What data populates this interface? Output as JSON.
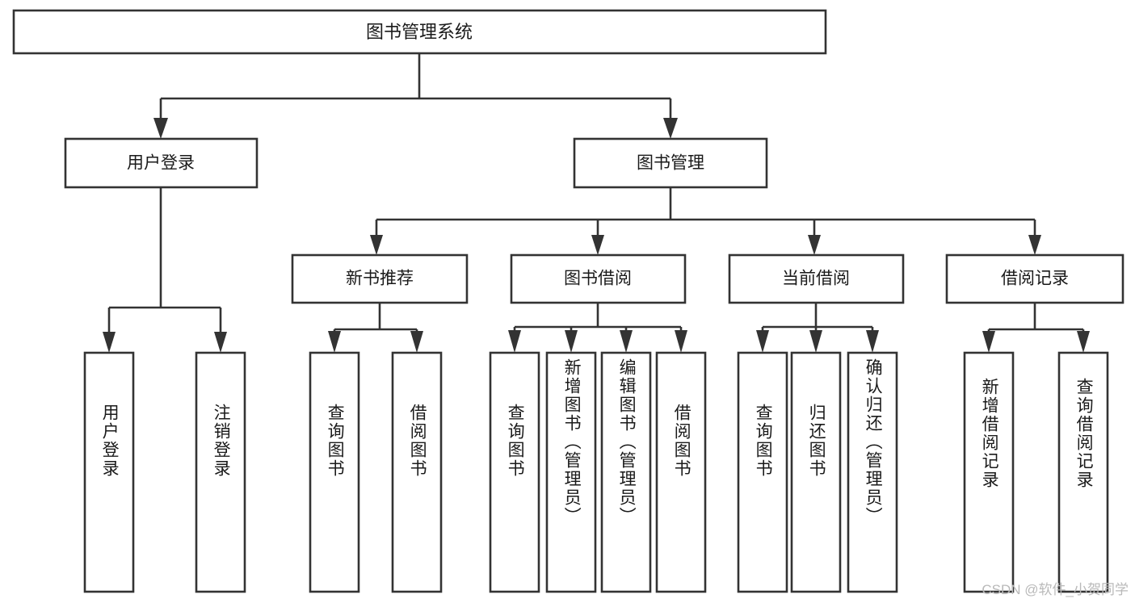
{
  "diagram": {
    "type": "hierarchy-tree",
    "title": "图书管理系统",
    "watermark": "CSDN @软件_小贺同学",
    "colors": {
      "background": "#ffffff",
      "stroke": "#333333",
      "box_fill": "#ffffff",
      "text": "#1a1a1a",
      "watermark": "#b9b9b9"
    },
    "root": {
      "label": "图书管理系统"
    },
    "level2": [
      {
        "label": "用户登录"
      },
      {
        "label": "图书管理"
      }
    ],
    "level3": [
      {
        "label": "新书推荐"
      },
      {
        "label": "图书借阅"
      },
      {
        "label": "当前借阅"
      },
      {
        "label": "借阅记录"
      }
    ],
    "leaves": {
      "user_login": [
        {
          "label": "用户登录"
        },
        {
          "label": "注销登录"
        }
      ],
      "new_book": [
        {
          "label": "查询图书"
        },
        {
          "label": "借阅图书"
        }
      ],
      "book_borrow": [
        {
          "label": "查询图书"
        },
        {
          "label": "新增图书（管理员）"
        },
        {
          "label": "编辑图书（管理员）"
        },
        {
          "label": "借阅图书"
        }
      ],
      "current_borrow": [
        {
          "label": "查询图书"
        },
        {
          "label": "归还图书"
        },
        {
          "label": "确认归还（管理员）"
        }
      ],
      "borrow_record": [
        {
          "label": "新增借阅记录"
        },
        {
          "label": "查询借阅记录"
        }
      ]
    }
  }
}
